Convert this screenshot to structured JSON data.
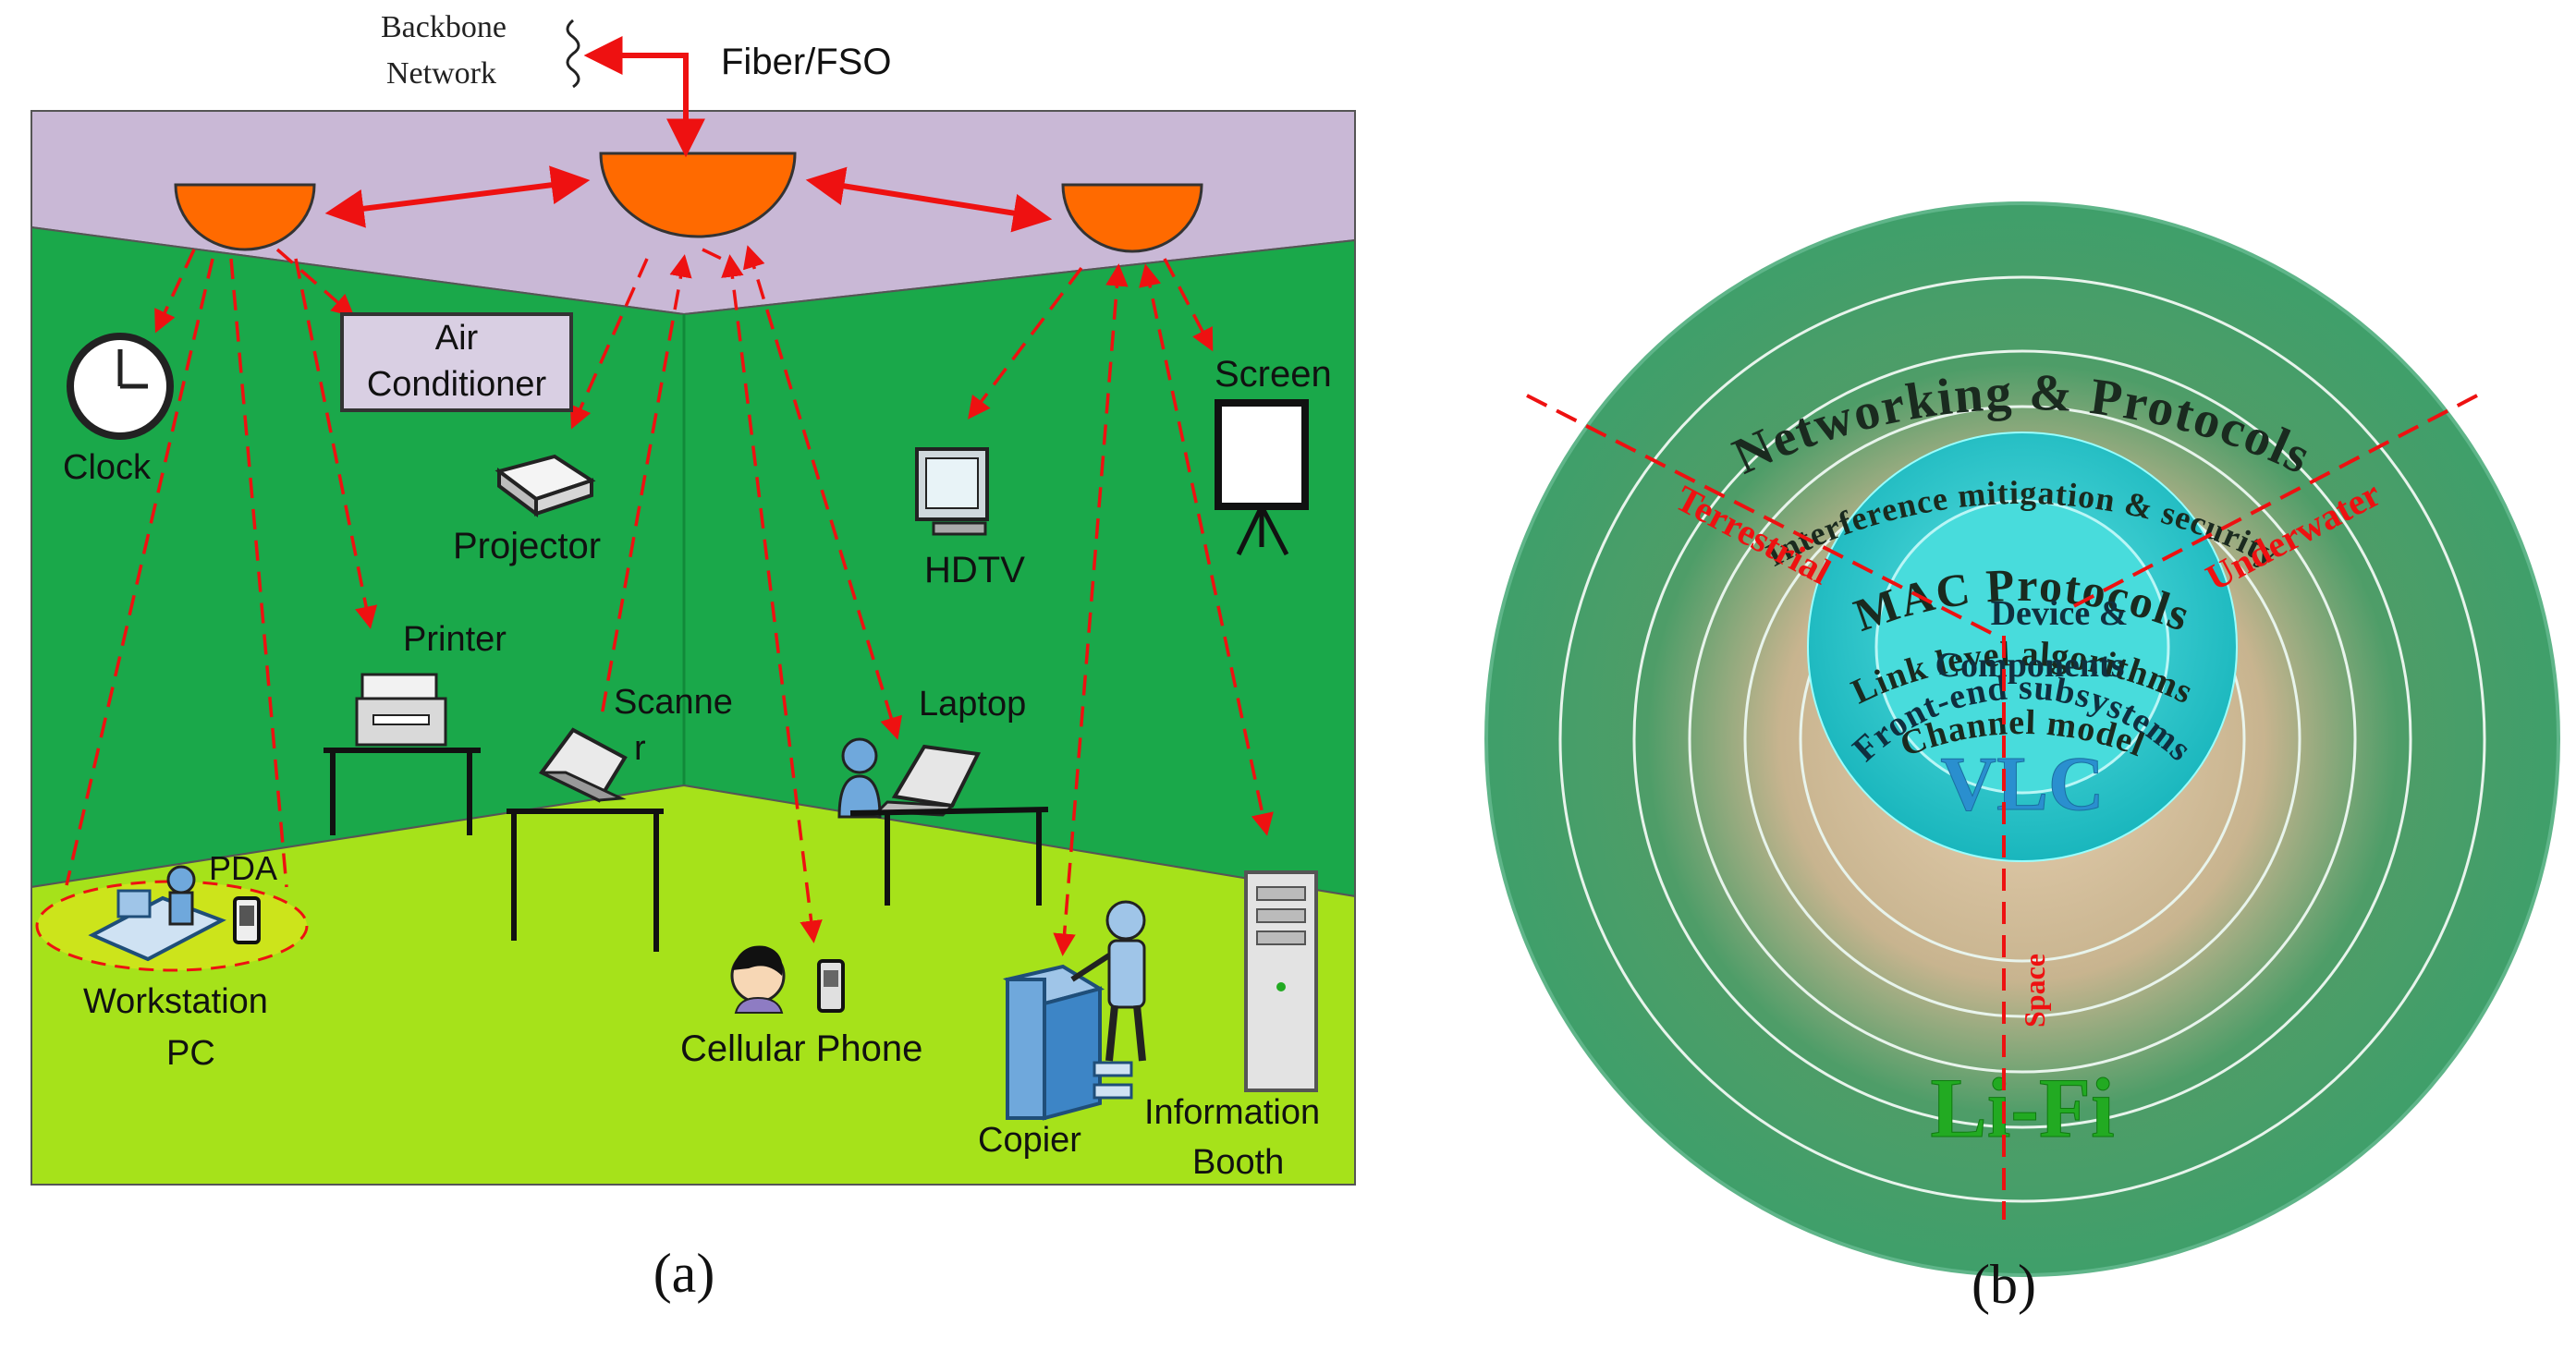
{
  "panel_a": {
    "caption": "(a)",
    "labels": {
      "backbone_line1": "Backbone",
      "backbone_line2": "Network",
      "fiber": "Fiber/FSO",
      "air_line1": "Air",
      "air_line2": "Conditioner",
      "clock": "Clock",
      "projector": "Projector",
      "hdtv": "HDTV",
      "screen": "Screen",
      "printer": "Printer",
      "scanner_line1": "Scanne",
      "scanner_line2": "r",
      "laptop": "Laptop",
      "pda": "PDA",
      "workstation_line1": "Workstation",
      "workstation_line2": "PC",
      "cellular": "Cellular Phone",
      "copier": "Copier",
      "booth_line1": "Information",
      "booth_line2": "Booth"
    },
    "colors": {
      "ceiling": "#c9b8d6",
      "wall": "#1aa84a",
      "floor": "#a6e21a",
      "lamp": "#ff6a00",
      "arrow": "#ee1111"
    }
  },
  "panel_b": {
    "caption": "(b)",
    "rings": {
      "r1": "Networking & Protocols",
      "r2": "Interference mitigation & security",
      "r3": "MAC Protocols",
      "r4": "Link level algorithms",
      "r5": "Channel model",
      "r6": "Front-end subsystems"
    },
    "center_line1": "Device &",
    "center_line2": "Components",
    "vlc": "VLC",
    "lifi": "Li-Fi",
    "sectors": {
      "terrestrial": "Terrestrial",
      "underwater": "Underwater",
      "space": "Space"
    },
    "colors": {
      "outer_ring": "#3fa26d",
      "center": "#33cccc",
      "vlc_text": "#2a8fcf",
      "lifi_text": "#22aa22",
      "dash": "#ee1111"
    }
  }
}
